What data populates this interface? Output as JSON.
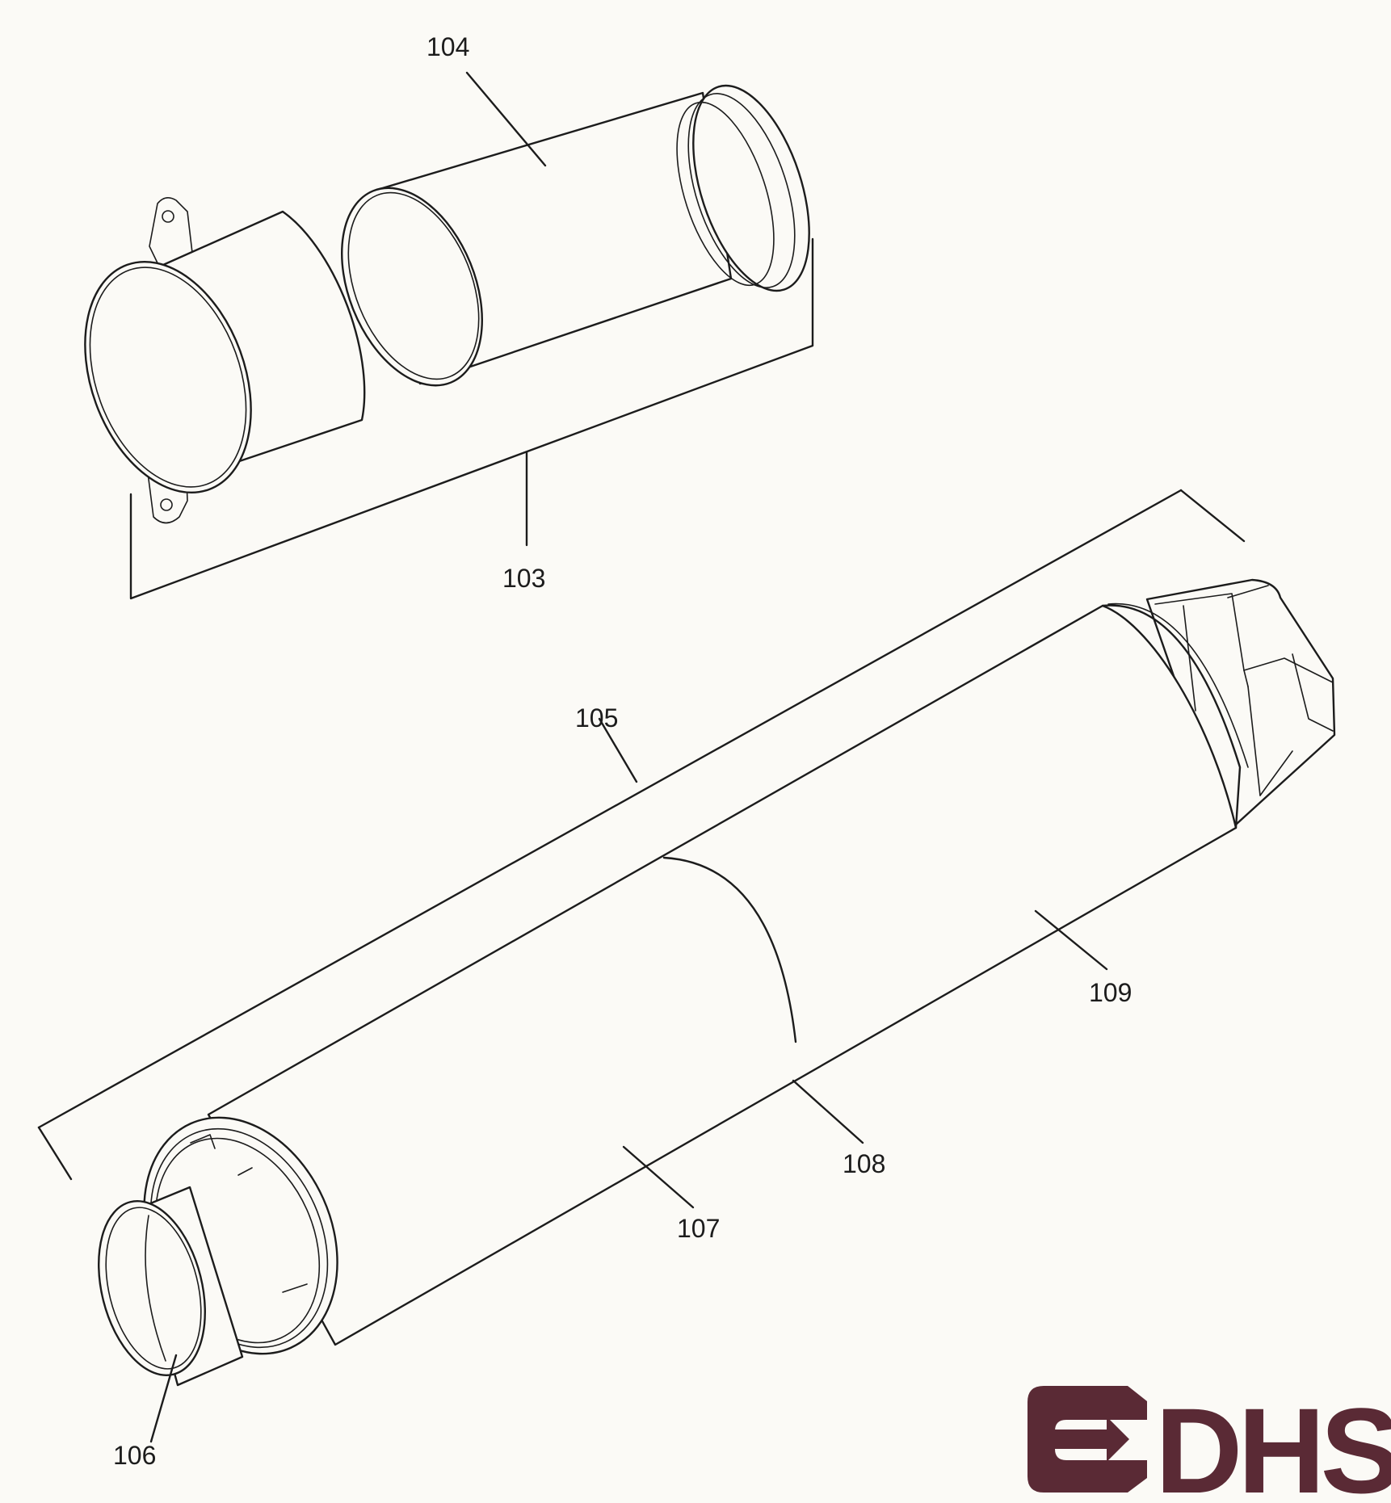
{
  "callouts": {
    "c103": "103",
    "c104": "104",
    "c105": "105",
    "c106": "106",
    "c107": "107",
    "c108": "108",
    "c109": "109"
  },
  "logo": {
    "text": "DHS",
    "color": "#5a2a35"
  },
  "colors": {
    "ink": "#1c1c1c",
    "paper": "#fbfaf6"
  }
}
